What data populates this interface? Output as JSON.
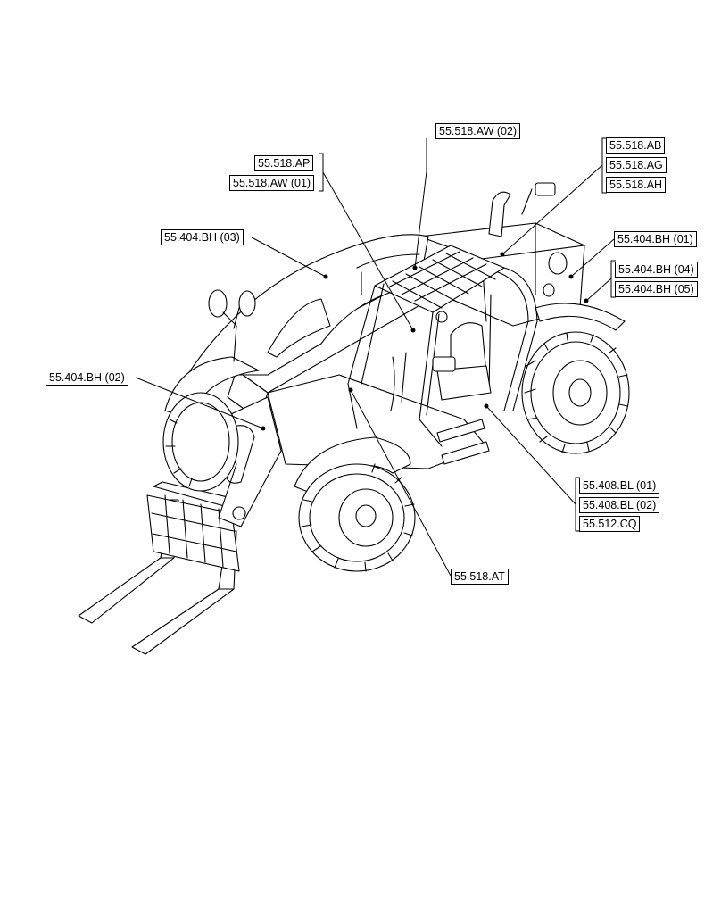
{
  "callouts": {
    "aw02": "55.518.AW (02)",
    "ap": "55.518.AP",
    "aw01": "55.518.AW (01)",
    "ab": "55.518.AB",
    "ag": "55.518.AG",
    "ah": "55.518.AH",
    "bh03": "55.404.BH (03)",
    "bh01": "55.404.BH (01)",
    "bh04": "55.404.BH (04)",
    "bh05": "55.404.BH (05)",
    "bh02": "55.404.BH (02)",
    "bl01": "55.408.BL (01)",
    "bl02": "55.408.BL (02)",
    "cq": "55.512.CQ",
    "at": "55.518.AT"
  }
}
